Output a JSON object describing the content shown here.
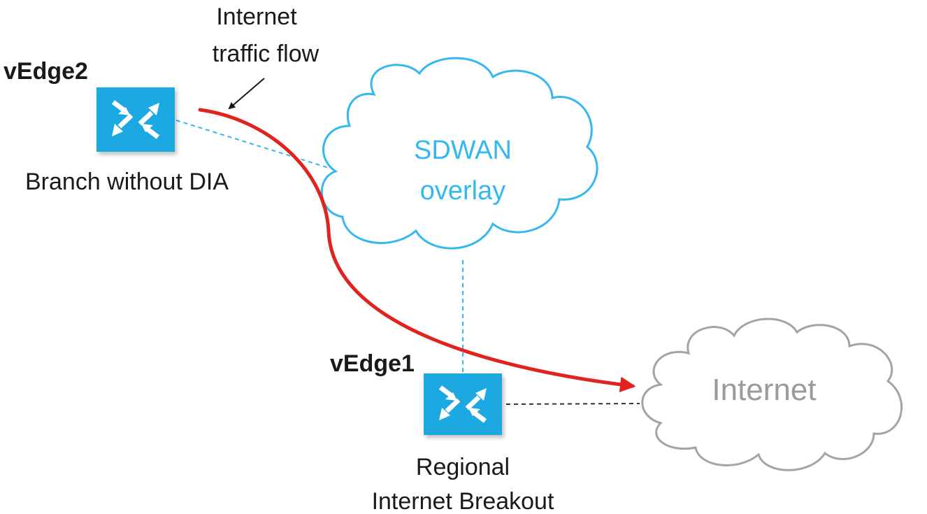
{
  "nodes": {
    "vedge2": {
      "name": "vEdge2",
      "description": "Branch without DIA",
      "icon": "router-icon"
    },
    "vedge1": {
      "name": "vEdge1",
      "description_line1": "Regional",
      "description_line2": "Internet Breakout",
      "icon": "router-icon"
    }
  },
  "clouds": {
    "sdwan": {
      "label_line1": "SDWAN",
      "label_line2": "overlay"
    },
    "internet": {
      "label": "Internet"
    }
  },
  "annotation": {
    "line1": "Internet",
    "line2": "traffic flow"
  },
  "colors": {
    "router_fill": "#1ea8e0",
    "sdwan_cloud": "#35b8ef",
    "internet_cloud": "#a8a39d",
    "internet_text": "#9d9994",
    "traffic_flow": "#e0231c",
    "dashed_link": "#35b8ef",
    "dashed_internet_link": "#333333",
    "text": "#1a1a1a"
  }
}
